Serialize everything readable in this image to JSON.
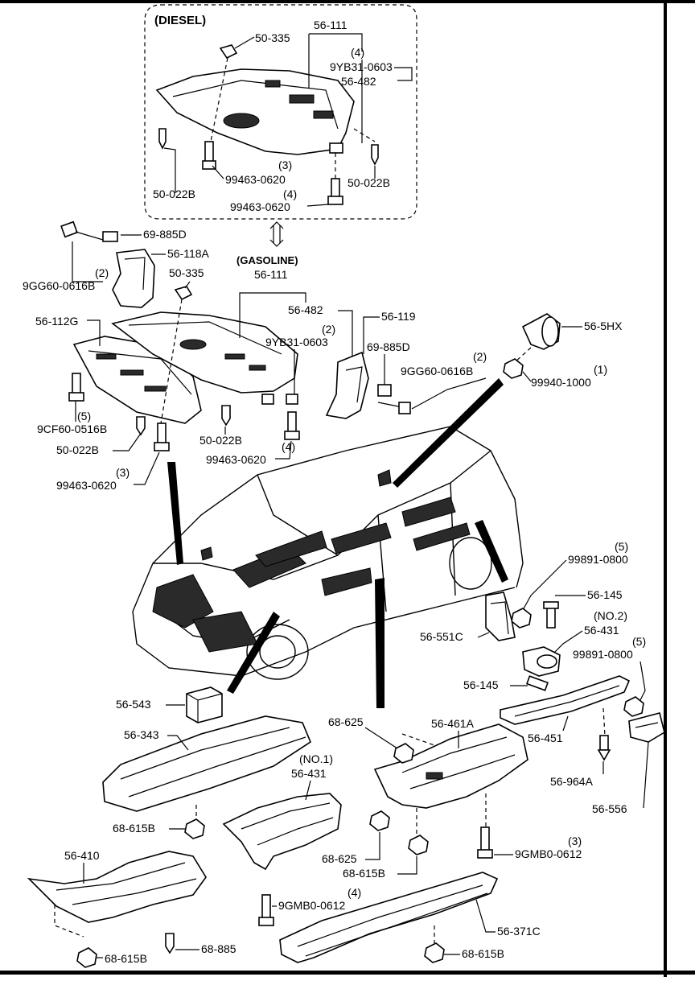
{
  "labels": {
    "diesel": "(DIESEL)",
    "gasoline": "(GASOLINE)",
    "d_56_111": "56-111",
    "d_50_335": "50-335",
    "d_qty4_a": "(4)",
    "d_9YB31": "9YB31-0603",
    "d_56_482": "56-482",
    "d_qty3": "(3)",
    "d_99463_a": "99463-0620",
    "d_qty4_b": "(4)",
    "d_99463_b": "99463-0620",
    "d_50_022B_l": "50-022B",
    "d_50_022B_r": "50-022B",
    "p_69_885D_a": "69-885D",
    "p_56_118A": "56-118A",
    "p_qty2_a": "(2)",
    "p_9GG60_a": "9GG60-0616B",
    "g_50_335": "50-335",
    "g_56_111": "56-111",
    "g_56_482": "56-482",
    "g_qty2": "(2)",
    "g_9YB31": "9YB31-0603",
    "p_56_119": "56-119",
    "p_69_885D_b": "69-885D",
    "p_qty2_b": "(2)",
    "p_9GG60_b": "9GG60-0616B",
    "p_56_5HX": "56-5HX",
    "p_qty1": "(1)",
    "p_99940": "99940-1000",
    "p_56_112G": "56-112G",
    "p_qty5_a": "(5)",
    "p_9CF60": "9CF60-0516B",
    "g_50_022B_l": "50-022B",
    "g_50_022B_r": "50-022B",
    "g_qty4": "(4)",
    "g_99463_r": "99463-0620",
    "g_qty3": "(3)",
    "g_99463_l": "99463-0620",
    "p_qty5_b": "(5)",
    "p_99891_a": "99891-0800",
    "p_56_145_a": "56-145",
    "p_no2": "(NO.2)",
    "p_56_431_a": "56-431",
    "p_56_551C": "56-551C",
    "p_qty5_c": "(5)",
    "p_99891_b": "99891-0800",
    "p_56_145_b": "56-145",
    "p_56_543": "56-543",
    "p_68_625_a": "68-625",
    "p_56_461A": "56-461A",
    "p_56_451": "56-451",
    "p_56_343": "56-343",
    "p_no1": "(NO.1)",
    "p_56_431_b": "56-431",
    "p_56_964A": "56-964A",
    "p_56_556": "56-556",
    "p_68_615B_a": "68-615B",
    "p_68_625_b": "68-625",
    "p_qty3_c": "(3)",
    "p_9GMB0_a": "9GMB0-0612",
    "p_68_615B_b": "68-615B",
    "p_56_410": "56-410",
    "p_qty4_c": "(4)",
    "p_9GMB0_b": "9GMB0-0612",
    "p_56_371C": "56-371C",
    "p_68_885": "68-885",
    "p_68_615B_c": "68-615B",
    "p_68_615B_d": "68-615B"
  }
}
